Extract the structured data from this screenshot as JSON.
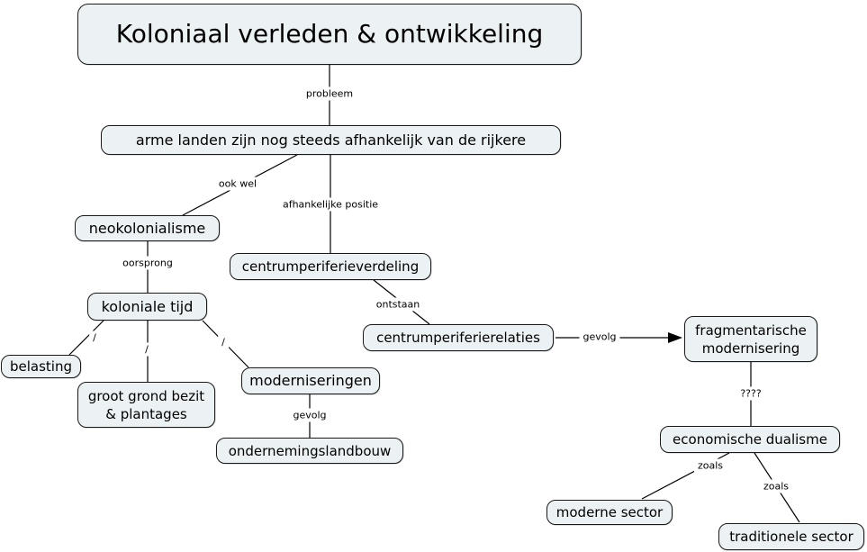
{
  "diagram": {
    "type": "concept-map",
    "language": "nl",
    "colors": {
      "node_fill": "#ecf2f4",
      "node_border": "#1a1a1a",
      "line": "#000000",
      "background": "#ffffff",
      "text": "#000000"
    },
    "nodes": {
      "title": {
        "text": "Koloniaal verleden & ontwikkeling"
      },
      "problem_statement": {
        "text": "arme landen zijn nog steeds afhankelijk van de rijkere"
      },
      "neokolonialisme": {
        "text": "neokolonialisme"
      },
      "centrumperiferieverdeling": {
        "text": "centrumperiferieverdeling"
      },
      "koloniale_tijd": {
        "text": "koloniale tijd"
      },
      "centrumperiferierelaties": {
        "text": "centrumperiferierelaties"
      },
      "fragmentarische_modernisering": {
        "text": "fragmentarische modernisering",
        "line1": "fragmentarische",
        "line2": "modernisering"
      },
      "belasting": {
        "text": "belasting"
      },
      "groot_grond_bezit": {
        "text": "groot grond bezit & plantages",
        "line1": "groot grond bezit",
        "line2": "& plantages"
      },
      "moderniseringen": {
        "text": "moderniseringen"
      },
      "ondernemingslandbouw": {
        "text": "ondernemingslandbouw"
      },
      "economische_dualisme": {
        "text": "economische dualisme"
      },
      "moderne_sector": {
        "text": "moderne sector"
      },
      "traditionele_sector": {
        "text": "traditionele sector"
      }
    },
    "link_labels": {
      "probleem": "probleem",
      "ook_wel": "ook wel",
      "afhankelijke_positie": "afhankelijke positie",
      "oorsprong": "oorsprong",
      "ontstaan": "ontstaan",
      "gevolg_relaties": "gevolg",
      "slash_1": "/",
      "slash_2": "/",
      "slash_3": "/",
      "gevolg_moderniseringen": "gevolg",
      "unknown": "????",
      "zoals_1": "zoals",
      "zoals_2": "zoals"
    }
  }
}
